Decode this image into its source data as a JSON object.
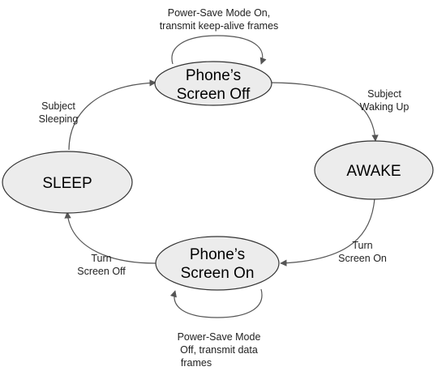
{
  "colors": {
    "node_fill": "#ececec",
    "node_stroke": "#333333",
    "edge_stroke": "#555555",
    "text": "#000000"
  },
  "nodes": {
    "screen_off": {
      "line1": "Phone’s",
      "line2": "Screen Off"
    },
    "awake": {
      "label": "AWAKE"
    },
    "screen_on": {
      "line1": "Phone’s",
      "line2": "Screen On"
    },
    "sleep": {
      "label": "SLEEP"
    }
  },
  "edges": {
    "screen_off_loop": {
      "line1": "Power-Save Mode On,",
      "line2": "transmit keep-alive frames"
    },
    "off_to_awake": {
      "line1": "Subject",
      "line2": "Waking Up"
    },
    "awake_to_on": {
      "line1": "Turn",
      "line2": "Screen On"
    },
    "on_to_sleep": {
      "line1": "Turn",
      "line2": "Screen Off"
    },
    "sleep_to_off": {
      "line1": "Subject",
      "line2": "Sleeping"
    },
    "screen_on_loop": {
      "line1": "Power-Save Mode",
      "line2": "Off,  transmit data",
      "line3": "frames"
    }
  }
}
